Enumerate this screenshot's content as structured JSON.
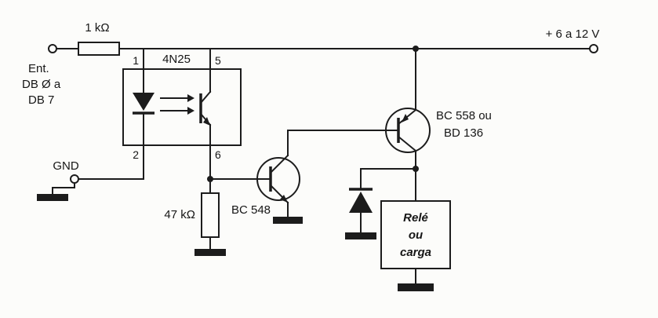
{
  "figure": {
    "kind": "circuit-schematic",
    "ink_color": "#1c1c1c",
    "paper_color": "#fcfcfa"
  },
  "labels": {
    "supply": "+ 6 a 12 V",
    "input_title": "Ent.",
    "input_line1": "DB Ø a",
    "input_line2": "DB 7",
    "resistor_r1": "1 kΩ",
    "optocoupler": "4N25",
    "pin_1": "1",
    "pin_2": "2",
    "pin_5": "5",
    "pin_6": "6",
    "ground_input": "GND",
    "resistor_r2": "47 kΩ",
    "transistor_q1": "BC 548",
    "transistor_q2_line1": "BC 558 ou",
    "transistor_q2_line2": "BD 136",
    "load_line1": "Relé",
    "load_line2": "ou",
    "load_line3": "carga"
  }
}
